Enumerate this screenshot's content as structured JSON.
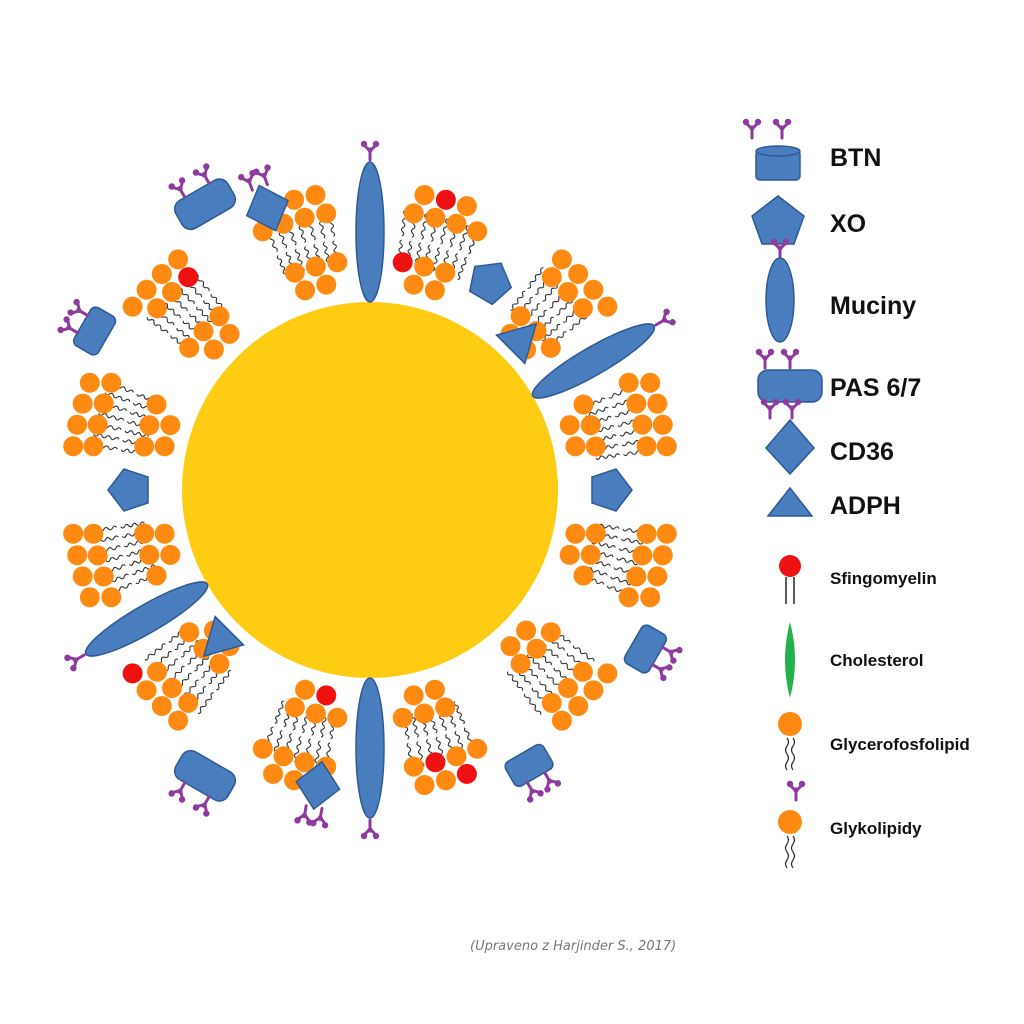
{
  "colors": {
    "core": "#FFCC14",
    "protein": "#4A7DBE",
    "protein_stroke": "#2D5A94",
    "phospholipid_head": "#FF8A12",
    "sphingomyelin_head": "#EE1111",
    "cholesterol": "#22B14C",
    "glycan": "#8E3A9E",
    "tail": "#333333"
  },
  "legend": {
    "proteins": [
      {
        "id": "btn",
        "label": "BTN",
        "icon": "cylinder-glycan-icon"
      },
      {
        "id": "xo",
        "label": "XO",
        "icon": "pentagon-icon"
      },
      {
        "id": "muciny",
        "label": "Muciny",
        "icon": "ellipse-glycan-icon"
      },
      {
        "id": "pas",
        "label": "PAS 6/7",
        "icon": "cylinder-glycan-icon"
      },
      {
        "id": "cd36",
        "label": "CD36",
        "icon": "diamond-glycan-icon"
      },
      {
        "id": "adph",
        "label": "ADPH",
        "icon": "triangle-icon"
      }
    ],
    "lipids": [
      {
        "id": "sfingomyelin",
        "label": "Sfingomyelin",
        "icon": "sphingomyelin-icon"
      },
      {
        "id": "cholesterol",
        "label": "Cholesterol",
        "icon": "cholesterol-icon"
      },
      {
        "id": "glycerofosfolipid",
        "label": "Glycerofosfolipid",
        "icon": "phospholipid-icon"
      },
      {
        "id": "glykolipidy",
        "label": "Glykolipidy",
        "icon": "glycolipid-icon"
      }
    ]
  },
  "caption": "(Upraveno z Harjinder S., 2017)"
}
